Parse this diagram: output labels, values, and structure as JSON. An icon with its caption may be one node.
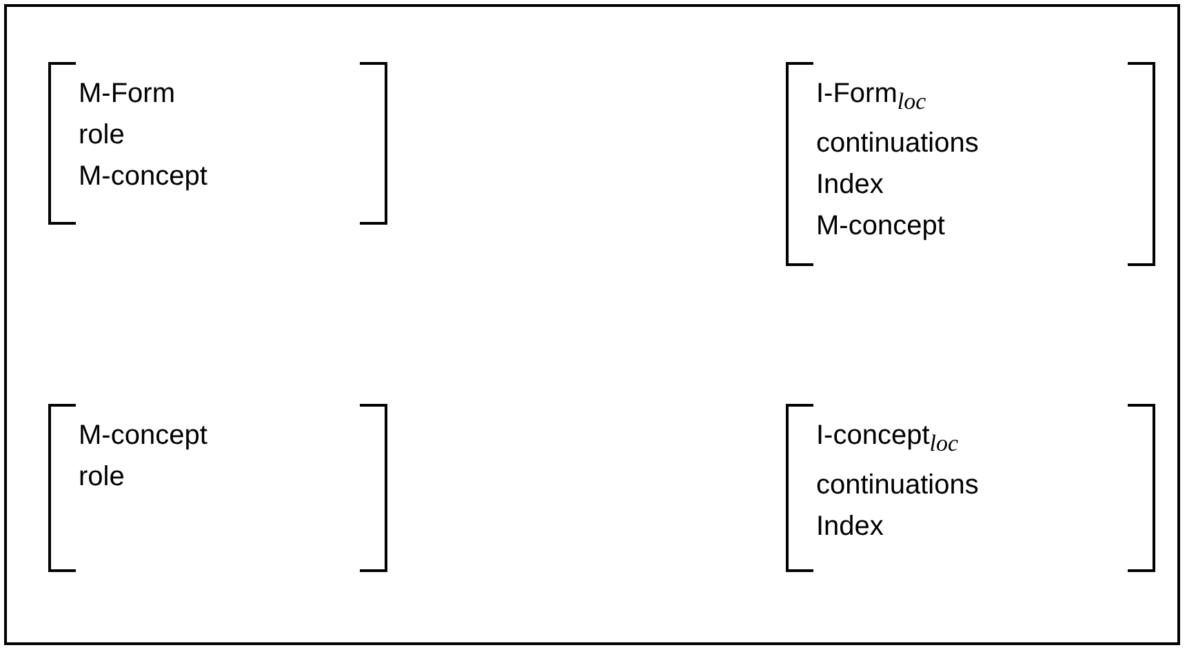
{
  "diagram": {
    "nodes": [
      {
        "text": [
          "M-Form",
          "role",
          "M-concept"
        ]
      },
      {
        "text": [
          "I-Form$_{loc}$",
          "continuations",
          "Index",
          "M-concept"
        ]
      },
      {
        "text": [
          "M-concept",
          "role"
        ]
      },
      {
        "text": [
          "I-concept$_{loc}$",
          "continuations",
          "Index"
        ]
      }
    ],
    "edges": []
  }
}
